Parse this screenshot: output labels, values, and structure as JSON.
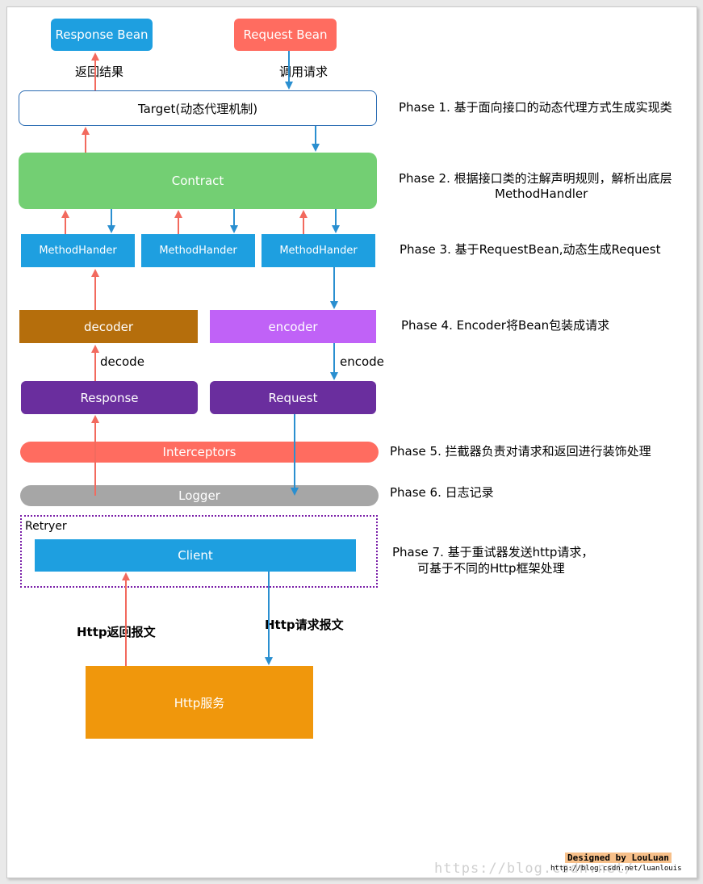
{
  "top_boxes": {
    "response_bean": "Response Bean",
    "request_bean": "Request Bean"
  },
  "top_labels": {
    "return_result": "返回结果",
    "call_request": "调用请求"
  },
  "target": "Target(动态代理机制)",
  "contract": "Contract",
  "method_handlers": [
    "MethodHander",
    "MethodHander",
    "MethodHander"
  ],
  "decoder": "decoder",
  "encoder": "encoder",
  "decode_label": "decode",
  "encode_label": "encode",
  "response": "Response",
  "request": "Request",
  "interceptors": "Interceptors",
  "logger": "Logger",
  "retryer": "Retryer",
  "client": "Client",
  "http_return": "Http返回报文",
  "http_request": "Http请求报文",
  "http_service": "Http服务",
  "phases": {
    "p1": "Phase 1. 基于面向接口的动态代理方式生成实现类",
    "p2_line1": "Phase 2. 根据接口类的注解声明规则，解析出底层",
    "p2_line2": "MethodHandler",
    "p3": "Phase 3. 基于RequestBean,动态生成Request",
    "p4": "Phase 4. Encoder将Bean包装成请求",
    "p5": "Phase 5. 拦截器负责对请求和返回进行装饰处理",
    "p6": "Phase 6. 日志记录",
    "p7_line1": "Phase 7. 基于重试器发送http请求，",
    "p7_line2": "可基于不同的Http框架处理"
  },
  "watermark": {
    "designed_by": "Designed by LouLuan",
    "blog_url": "http://blog.csdn.net/luanlouis",
    "site_url": "https://blog.csdn.net/"
  },
  "colors": {
    "response_bean": "#1e9fe0",
    "request_bean": "#ff6c60",
    "contract": "#73cf73",
    "method_handler": "#1e9fe0",
    "decoder": "#b56e0c",
    "encoder": "#c062f7",
    "response_request": "#6a2e9e",
    "interceptors": "#ff6c60",
    "logger": "#a6a6a6",
    "client": "#1e9fe0",
    "http_service": "#f0970c",
    "arrow_up": "#f26a5e",
    "arrow_down": "#2a8fd0"
  }
}
